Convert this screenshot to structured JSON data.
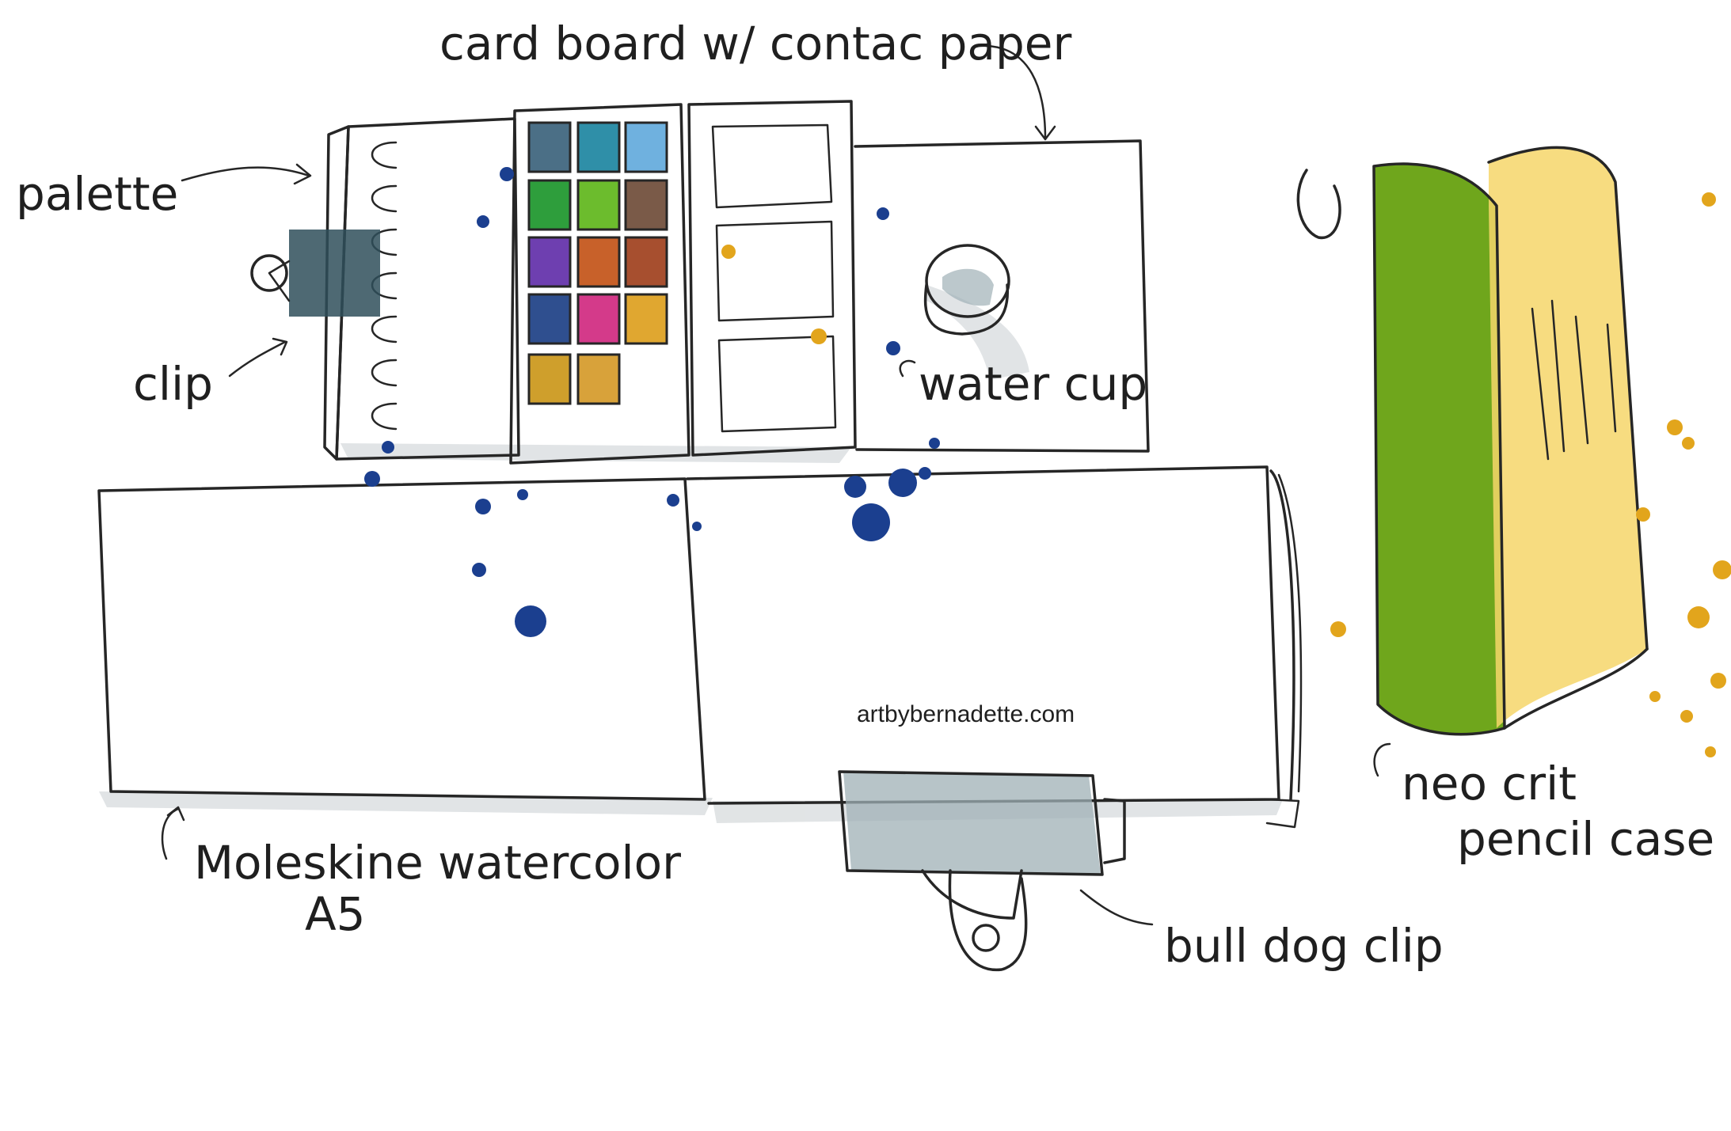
{
  "labels": {
    "cardboard": "card board w/ contac paper",
    "palette": "palette",
    "clip": "clip",
    "water_cup": "water cup",
    "moleskine_line1": "Moleskine watercolor",
    "moleskine_line2": "A5",
    "bulldog_clip": "bull dog clip",
    "pencil_case_line1": "neo crit",
    "pencil_case_line2": "pencil case",
    "credit": "artbybernadette.com"
  },
  "colors": {
    "ink": "#262626",
    "splatter_blue": "#1b3f8f",
    "splatter_yellow": "#e2a51c",
    "case_green": "#6fa61c",
    "case_yellow": "#f6d66a",
    "shadow_gray": "#c9ced1",
    "clip_gray": "#9fb0b6"
  },
  "paint_swatches": [
    "#4b6f86",
    "#2f8fa8",
    "#6fb1df",
    "#2e9e3c",
    "#6cbc2d",
    "#7a5a48",
    "#6e3fb0",
    "#c8612a",
    "#a74f2f",
    "#2f4f8f",
    "#d43a8a",
    "#e0a730",
    "#cf9f2c",
    "#d8a23a"
  ]
}
